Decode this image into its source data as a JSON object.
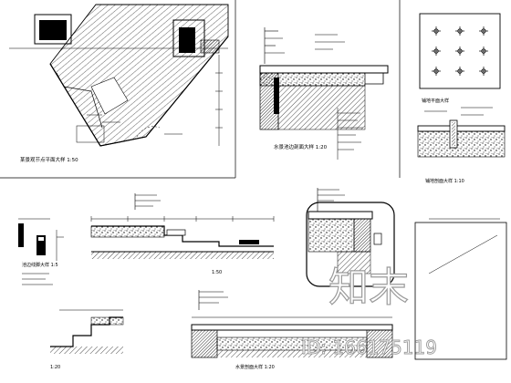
{
  "titles": {
    "plan": "某景观节点平面大样  1:50",
    "section_top": "水景池边剖面大样  1:20",
    "paving": "铺地平面大样",
    "paving_detail": "铺地剖面大样  1:10",
    "small_detail": "池边线脚大样  1:5",
    "section_lower": "1:50",
    "section_bottom": "水景剖面大样  1:20",
    "section_left": "1:20"
  },
  "watermark": {
    "brand": "知末",
    "id_text": "ID: 166175119"
  },
  "colors": {
    "line": "#000000",
    "watermark": "#b8b8b8",
    "paper": "#ffffff"
  }
}
